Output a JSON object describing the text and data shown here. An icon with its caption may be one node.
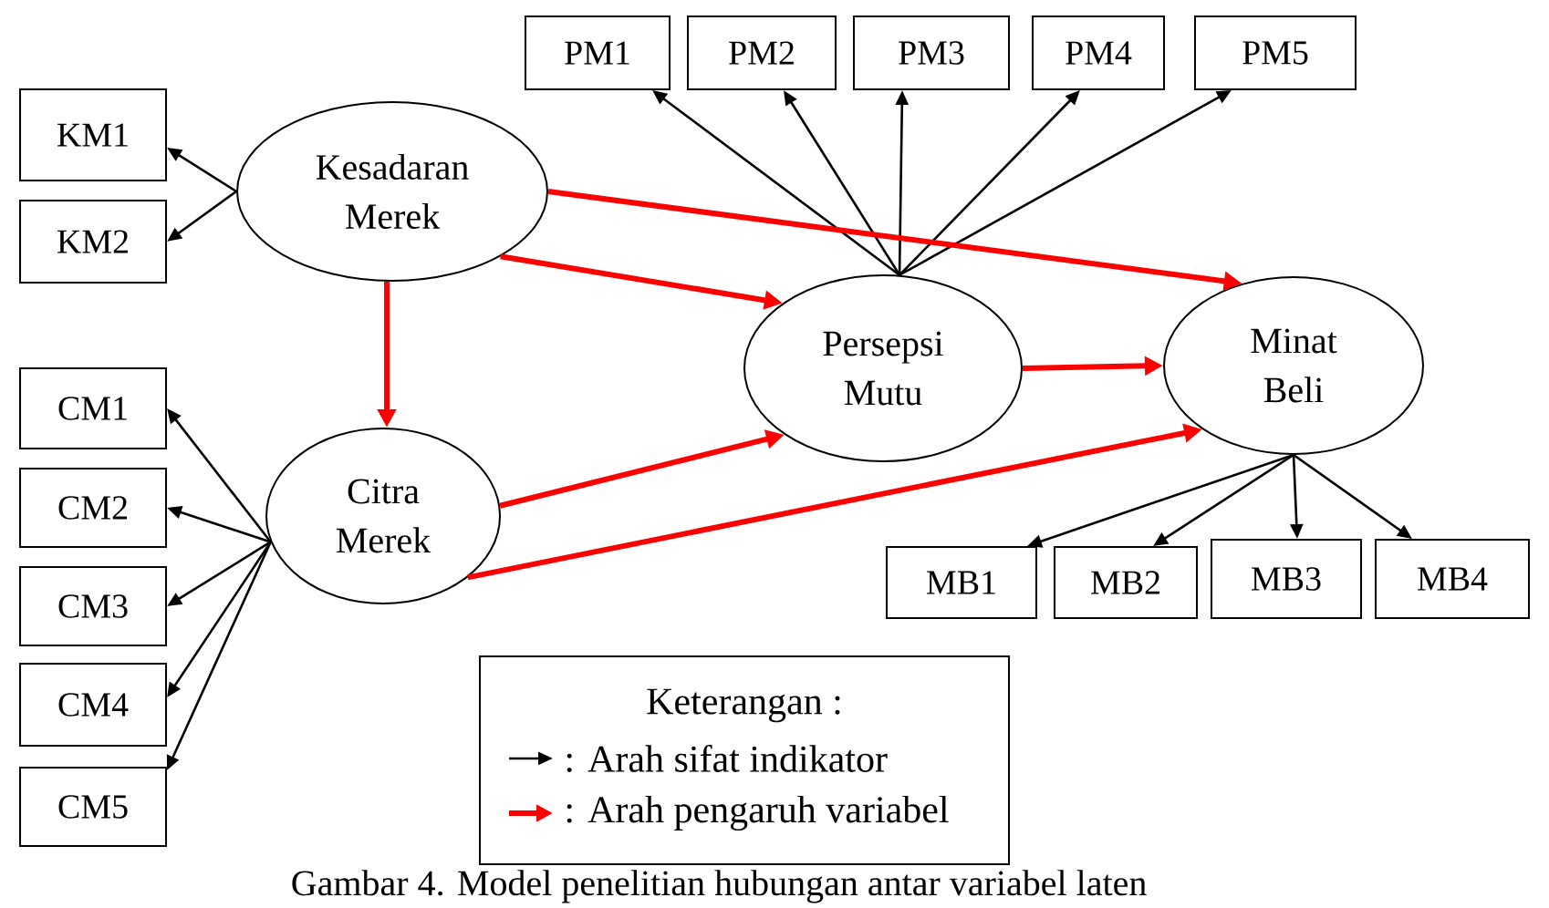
{
  "diagram": {
    "caption": "Gambar 4. Model penelitian hubungan antar variabel laten",
    "nodes": [
      {
        "text": [
          "PM1"
        ]
      },
      {
        "text": [
          "PM2"
        ]
      },
      {
        "text": [
          "PM3"
        ]
      },
      {
        "text": [
          "PM4"
        ]
      },
      {
        "text": [
          "PM5"
        ]
      },
      {
        "text": [
          "KM1"
        ]
      },
      {
        "text": [
          "Kesadaran Merek"
        ]
      },
      {
        "text": [
          "KM2"
        ]
      },
      {
        "text": [
          "Persepsi Mutu"
        ]
      },
      {
        "text": [
          "Minat Beli"
        ]
      },
      {
        "text": [
          "CM1"
        ]
      },
      {
        "text": [
          "CM2"
        ]
      },
      {
        "text": [
          "Citra Merek"
        ]
      },
      {
        "text": [
          "CM3"
        ]
      },
      {
        "text": [
          "MB1"
        ]
      },
      {
        "text": [
          "MB2"
        ]
      },
      {
        "text": [
          "MB3"
        ]
      },
      {
        "text": [
          "MB4"
        ]
      },
      {
        "text": [
          "CM4"
        ]
      },
      {
        "text": [
          "CM5"
        ]
      }
    ],
    "edges": [
      {
        "from": 6,
        "to": 5,
        "arrow": "to"
      },
      {
        "from": 6,
        "to": 7,
        "arrow": "to"
      },
      {
        "from": 12,
        "to": 10,
        "arrow": "to"
      },
      {
        "from": 12,
        "to": 11,
        "arrow": "to"
      },
      {
        "from": 12,
        "to": 13,
        "arrow": "to"
      },
      {
        "from": 12,
        "to": 18,
        "arrow": "to"
      },
      {
        "from": 12,
        "to": 19,
        "arrow": "to"
      },
      {
        "from": 8,
        "to": 0,
        "arrow": "to"
      },
      {
        "from": 8,
        "to": 1,
        "arrow": "to"
      },
      {
        "from": 8,
        "to": 2,
        "arrow": "to"
      },
      {
        "from": 8,
        "to": 3,
        "arrow": "to"
      },
      {
        "from": 8,
        "to": 4,
        "arrow": "to"
      },
      {
        "from": 9,
        "to": 14,
        "arrow": "to"
      },
      {
        "from": 9,
        "to": 15,
        "arrow": "to"
      },
      {
        "from": 9,
        "to": 16,
        "arrow": "to"
      },
      {
        "from": 9,
        "to": 17,
        "arrow": "to"
      },
      {
        "from": 6,
        "to": 12,
        "arrow": "to",
        "style": "thick",
        "color": "#ff0000"
      },
      {
        "from": 6,
        "to": 8,
        "arrow": "to",
        "style": "thick",
        "color": "#ff0000"
      },
      {
        "from": 6,
        "to": 9,
        "arrow": "to",
        "style": "thick",
        "color": "#ff0000"
      },
      {
        "from": 8,
        "to": 9,
        "arrow": "to",
        "style": "thick",
        "color": "#ff0000"
      },
      {
        "from": 12,
        "to": 8,
        "arrow": "to",
        "style": "thick",
        "color": "#ff0000"
      },
      {
        "from": 12,
        "to": 9,
        "arrow": "to",
        "style": "thick",
        "color": "#ff0000"
      }
    ],
    "labels": [
      "Keterangan :"
    ],
    "legend": [
      {
        "text": ": Arah sifat indikator"
      },
      {
        "text": ": Arah pengaruh variabel"
      }
    ]
  }
}
